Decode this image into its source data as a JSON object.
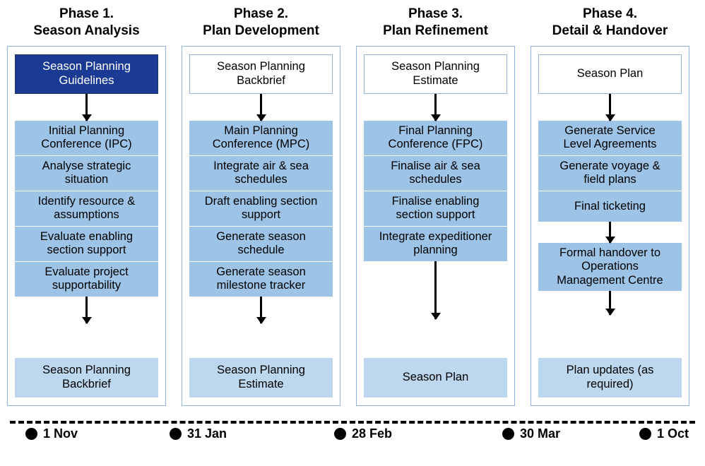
{
  "phases": [
    {
      "title": "Phase 1.\nSeason Analysis",
      "header": {
        "label": "Season Planning\nGuidelines",
        "style": "navy"
      },
      "steps": [
        "Initial Planning\nConference (IPC)",
        "Analyse strategic\nsituation",
        "Identify resource &\nassumptions",
        "Evaluate enabling\nsection support",
        "Evaluate project\nsupportability"
      ],
      "result": "Season Planning\nBackbrief"
    },
    {
      "title": "Phase 2.\nPlan Development",
      "header": {
        "label": "Season Planning\nBackbrief",
        "style": "white"
      },
      "steps": [
        "Main Planning\nConference (MPC)",
        "Integrate air & sea\nschedules",
        "Draft enabling section\nsupport",
        "Generate season\nschedule",
        "Generate season\nmilestone tracker"
      ],
      "result": "Season Planning\nEstimate"
    },
    {
      "title": "Phase 3.\nPlan Refinement",
      "header": {
        "label": "Season Planning\nEstimate",
        "style": "white"
      },
      "steps": [
        "Final Planning\nConference (FPC)",
        "Finalise air & sea\nschedules",
        "Finalise enabling\nsection support",
        "Integrate expeditioner\nplanning"
      ],
      "result": "Season Plan"
    },
    {
      "title": "Phase 4.\nDetail & Handover",
      "header": {
        "label": "Season Plan",
        "style": "white"
      },
      "steps": [
        "Generate Service\nLevel Agreements",
        "Generate voyage &\nfield plans",
        "Final ticketing"
      ],
      "steps2": [
        "Formal handover to\nOperations\nManagement Centre"
      ],
      "result": "Plan updates (as\nrequired)"
    }
  ],
  "timeline": {
    "ticks": [
      {
        "label": "1 Nov"
      },
      {
        "label": "31 Jan"
      },
      {
        "label": "28 Feb"
      },
      {
        "label": "30 Mar"
      },
      {
        "label": "1 Oct"
      }
    ]
  },
  "colors": {
    "navy": "#1b3a93",
    "step": "#9dc3e6",
    "result": "#bdd7ee",
    "border": "#8eb4e3"
  }
}
